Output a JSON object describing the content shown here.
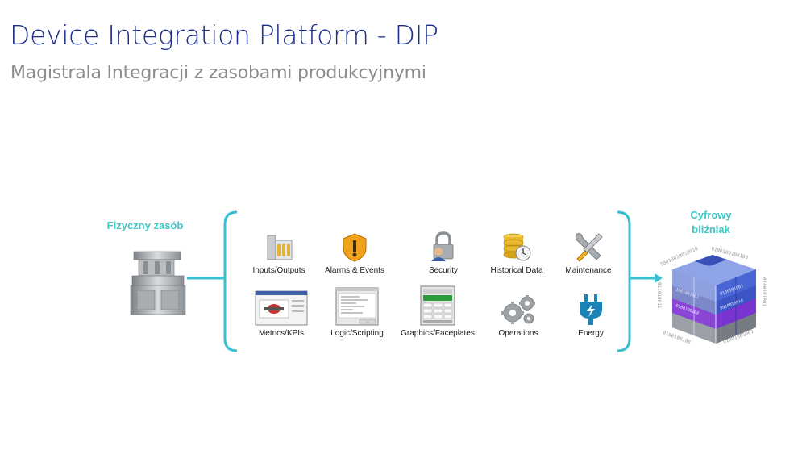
{
  "header": {
    "title": "Device Integration Platform - DIP",
    "subtitle": "Magistrala Integracji z zasobami produkcyjnymi"
  },
  "left": {
    "label": "Fizyczny zasób",
    "icon": "tablet-press-machine"
  },
  "right": {
    "label_line1": "Cyfrowy",
    "label_line2": "bliźniak",
    "icon": "digital-twin-cube"
  },
  "colors": {
    "title": "#1b2f8a",
    "subtitle": "#8c8c8c",
    "accent": "#3fc7c7",
    "bracket": "#38c0d0"
  },
  "capabilities": [
    {
      "label": "Inputs/Outputs",
      "icon": "io-modules-icon"
    },
    {
      "label": "Alarms & Events",
      "icon": "warning-shield-icon"
    },
    {
      "label": "Security",
      "icon": "padlock-user-icon"
    },
    {
      "label": "Historical Data",
      "icon": "database-clock-icon"
    },
    {
      "label": "Maintenance",
      "icon": "wrench-screwdriver-icon"
    },
    {
      "label": "Metrics/KPIs",
      "icon": "metrics-screen-icon"
    },
    {
      "label": "Logic/Scripting",
      "icon": "script-window-icon"
    },
    {
      "label": "Graphics/Faceplates",
      "icon": "faceplate-screen-icon"
    },
    {
      "label": "Operations",
      "icon": "gears-icon"
    },
    {
      "label": "Energy",
      "icon": "power-plug-icon"
    }
  ]
}
